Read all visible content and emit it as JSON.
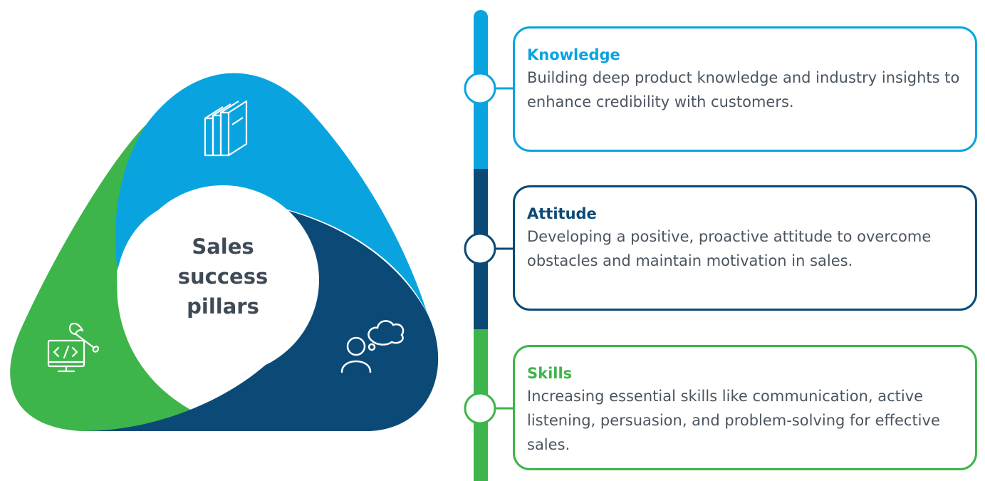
{
  "center": {
    "line1": "Sales",
    "line2": "success",
    "line3": "pillars"
  },
  "colors": {
    "knowledge": "#09a4e0",
    "attitude": "#0b4a77",
    "skills": "#3db54a",
    "center_text": "#3f4a55",
    "body_text": "#4a5560"
  },
  "pillars": [
    {
      "title": "Knowledge",
      "description": "Building deep product knowledge and industry insights to enhance credibility with customers.",
      "icon": "books-icon"
    },
    {
      "title": "Attitude",
      "description": "Developing a positive, proactive attitude to overcome obstacles and maintain motivation in sales.",
      "icon": "thinking-person-icon"
    },
    {
      "title": "Skills",
      "description": "Increasing essential skills like communication, active listening, persuasion, and problem-solving for effective sales.",
      "icon": "code-monitor-wrench-icon"
    }
  ]
}
